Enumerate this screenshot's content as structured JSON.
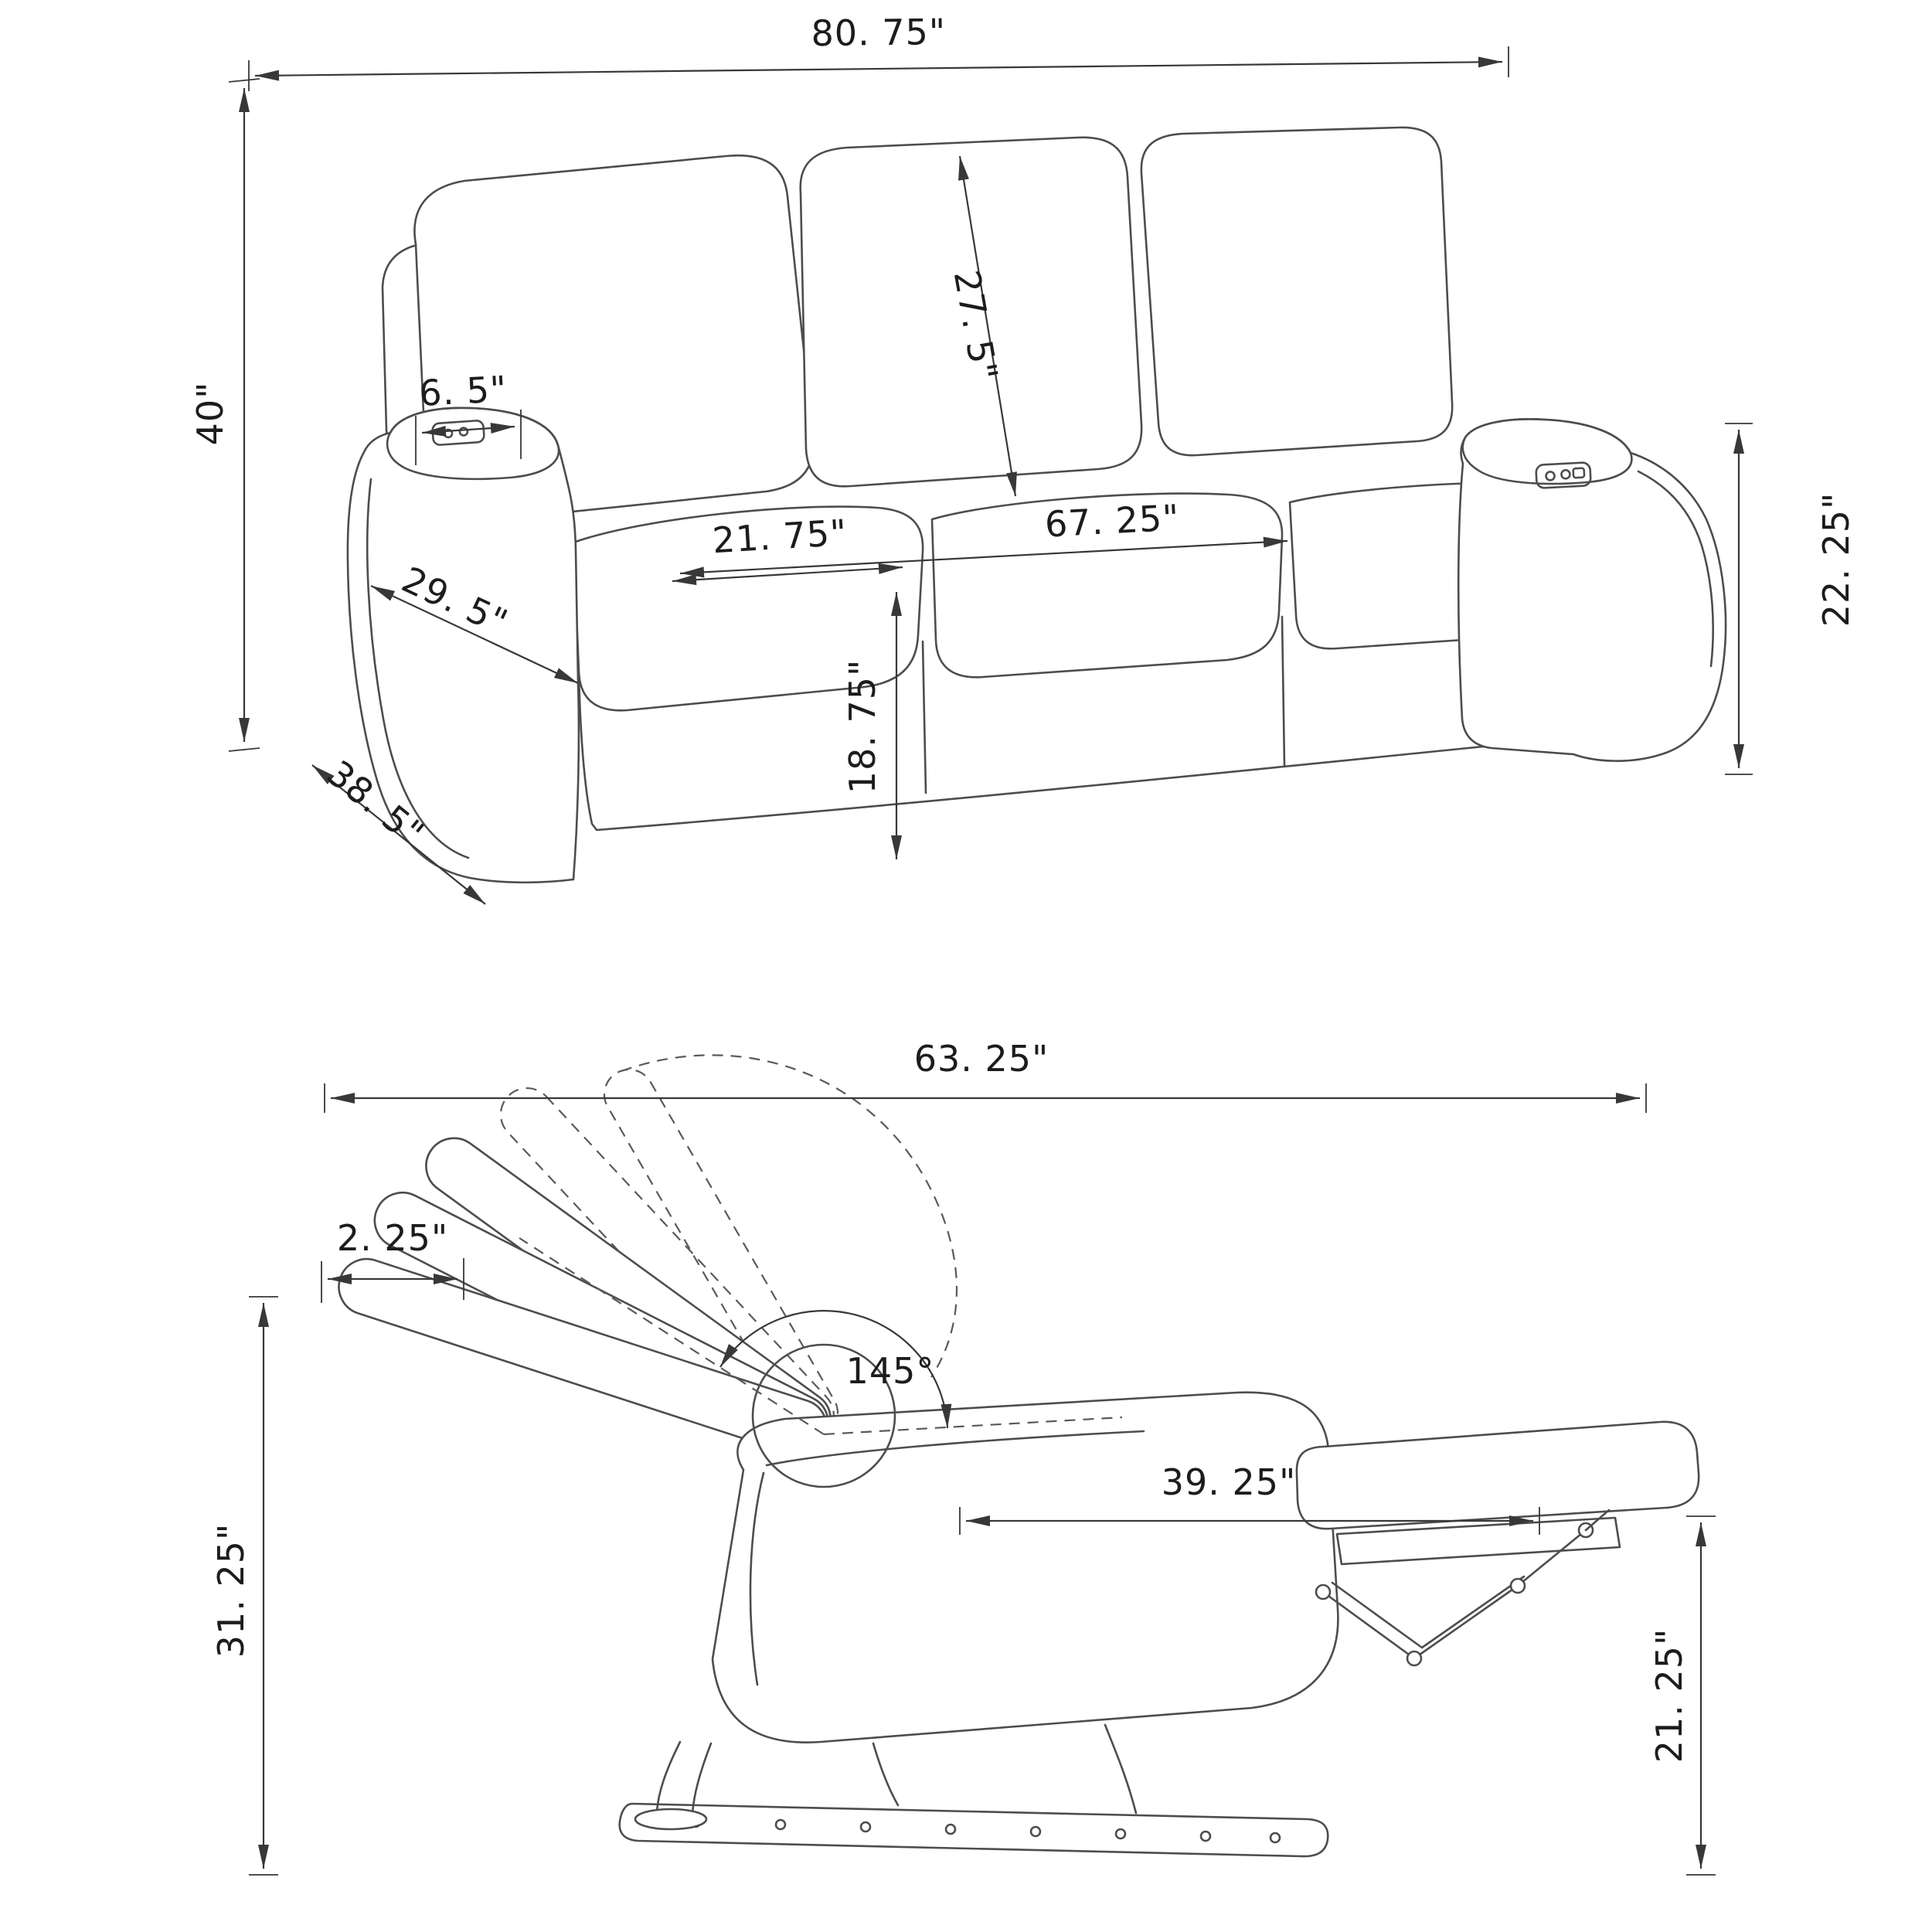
{
  "style": {
    "background": "#ffffff",
    "drawing_line_color": "#4d4d4d",
    "dimension_line_color": "#383838",
    "text_color": "#1c1c1c"
  },
  "front_view": {
    "dims": {
      "overall_width": "80. 75\"",
      "overall_height": "40\"",
      "armrest_top_width": "6. 5\"",
      "back_cushion_height": "27. 5\"",
      "seat_cushion_width": "21. 75\"",
      "inner_seat_width": "67. 25\"",
      "armrest_depth": "29. 5\"",
      "seat_height": "18. 75\"",
      "overall_depth": "38. 5\"",
      "armrest_height": "22. 25\""
    }
  },
  "side_view": {
    "dims": {
      "reclined_length": "63. 25\"",
      "back_tip_offset": "2. 25\"",
      "recline_angle": "145°",
      "seat_to_footrest_length": "39. 25\"",
      "back_height": "31. 25\"",
      "footrest_height": "21. 25\""
    }
  }
}
